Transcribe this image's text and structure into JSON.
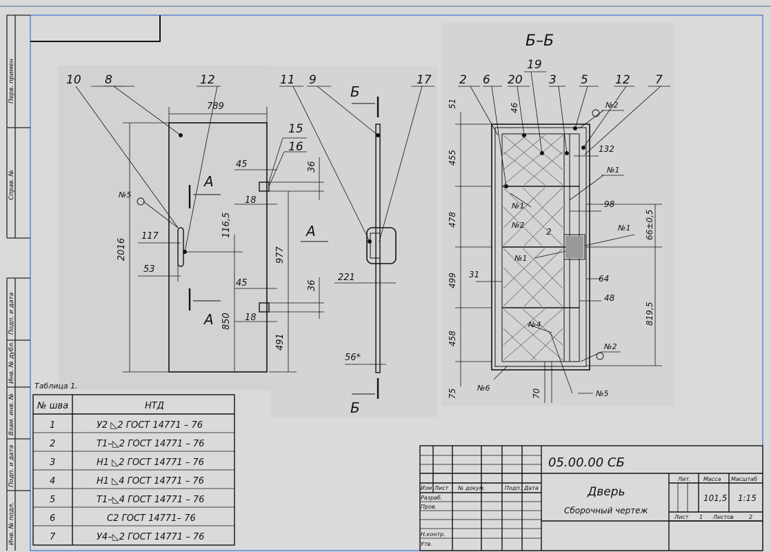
{
  "drawing": {
    "section_title": "Б–Б",
    "section_marks": [
      "А",
      "А",
      "Б",
      "Б",
      "А"
    ],
    "side_labels": [
      "Перв. примен",
      "Справ. №",
      "Подп. и дата",
      "Инв. № дубл.",
      "Взам. инв. №",
      "Подп. и дата",
      "Инв. № подл."
    ],
    "callouts_front": [
      "10",
      "8",
      "12",
      "15",
      "16"
    ],
    "callouts_side": [
      "11",
      "9",
      "17"
    ],
    "callouts_section": [
      "2",
      "6",
      "20",
      "19",
      "3",
      "5",
      "12",
      "7"
    ],
    "dims_front": [
      "789",
      "2016",
      "117",
      "53",
      "45",
      "36",
      "18",
      "116,5",
      "977",
      "45",
      "36",
      "850",
      "18",
      "491"
    ],
    "dims_side": [
      "221",
      "56*"
    ],
    "dims_section_left": [
      "51",
      "455",
      "478",
      "499",
      "458",
      "75"
    ],
    "dims_section_top": [
      "46"
    ],
    "dims_section_right": [
      "132",
      "98",
      "66±0,5",
      "64",
      "48",
      "819,5",
      "31",
      "70",
      "2"
    ],
    "weld_marks": [
      "№5",
      "№2",
      "№1",
      "№1",
      "№2",
      "№1",
      "№1",
      "№4",
      "№2",
      "№6",
      "№5"
    ]
  },
  "weld_table": {
    "caption": "Таблица 1.",
    "headers": [
      "№ шва",
      "НТД"
    ],
    "rows": [
      [
        "1",
        "У2 ◺2 ГОСТ 14771 – 76"
      ],
      [
        "2",
        "Т1–◺2 ГОСТ 14771 – 76"
      ],
      [
        "3",
        "Н1 ◺2 ГОСТ 14771 – 76"
      ],
      [
        "4",
        "Н1 ◺4 ГОСТ 14771 – 76"
      ],
      [
        "5",
        "Т1–◺4 ГОСТ 14771 – 76"
      ],
      [
        "6",
        "С2 ГОСТ 14771– 76"
      ],
      [
        "7",
        "У4–◺2 ГОСТ 14771 – 76"
      ]
    ]
  },
  "title_block": {
    "doc_number": "05.00.00 СБ",
    "name": "Дверь",
    "subtitle": "Сборочный чертеж",
    "col_headers": [
      "Изм",
      "Лист",
      "№ докум.",
      "Подп.",
      "Дата"
    ],
    "row_labels": [
      "Разраб.",
      "Пров.",
      "Н.контр.",
      "Утв."
    ],
    "lit_label": "Лит.",
    "mass_label": "Масса",
    "scale_label": "Масштаб",
    "mass": "101,5",
    "scale": "1:15",
    "sheet_label": "Лист",
    "sheet": "1",
    "sheets_label": "Листов",
    "sheets": "2"
  }
}
